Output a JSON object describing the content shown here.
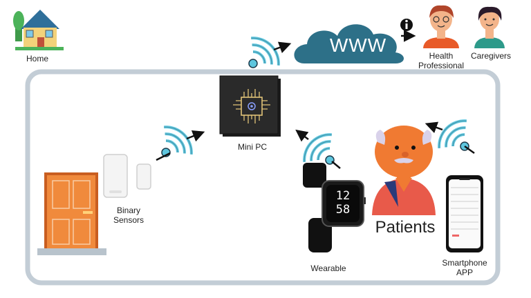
{
  "cloud": {
    "text": "WWW"
  },
  "labels": {
    "home": "Home",
    "health_professional_line1": "Health",
    "health_professional_line2": "Professional",
    "caregivers": "Caregivers",
    "mini_pc": "Mini PC",
    "binary_sensors_line1": "Binary",
    "binary_sensors_line2": "Sensors",
    "wearable": "Wearable",
    "patients": "Patients",
    "smartphone_line1": "Smartphone",
    "smartphone_line2": "APP"
  },
  "watch": {
    "time_hours": "12",
    "time_minutes": "58"
  },
  "colors": {
    "frame": "#c3cdd6",
    "cloud": "#2d7088",
    "signal": "#5ec6de",
    "door": "#f08a3c",
    "skin": "#f07a32"
  },
  "icons": [
    "house-icon",
    "cloud-icon",
    "info-icon",
    "chip-icon",
    "door-icon",
    "sensor-icon",
    "watch-icon",
    "phone-icon",
    "signal-icon",
    "patient-icon",
    "health-professional-icon",
    "caregiver-icon"
  ]
}
